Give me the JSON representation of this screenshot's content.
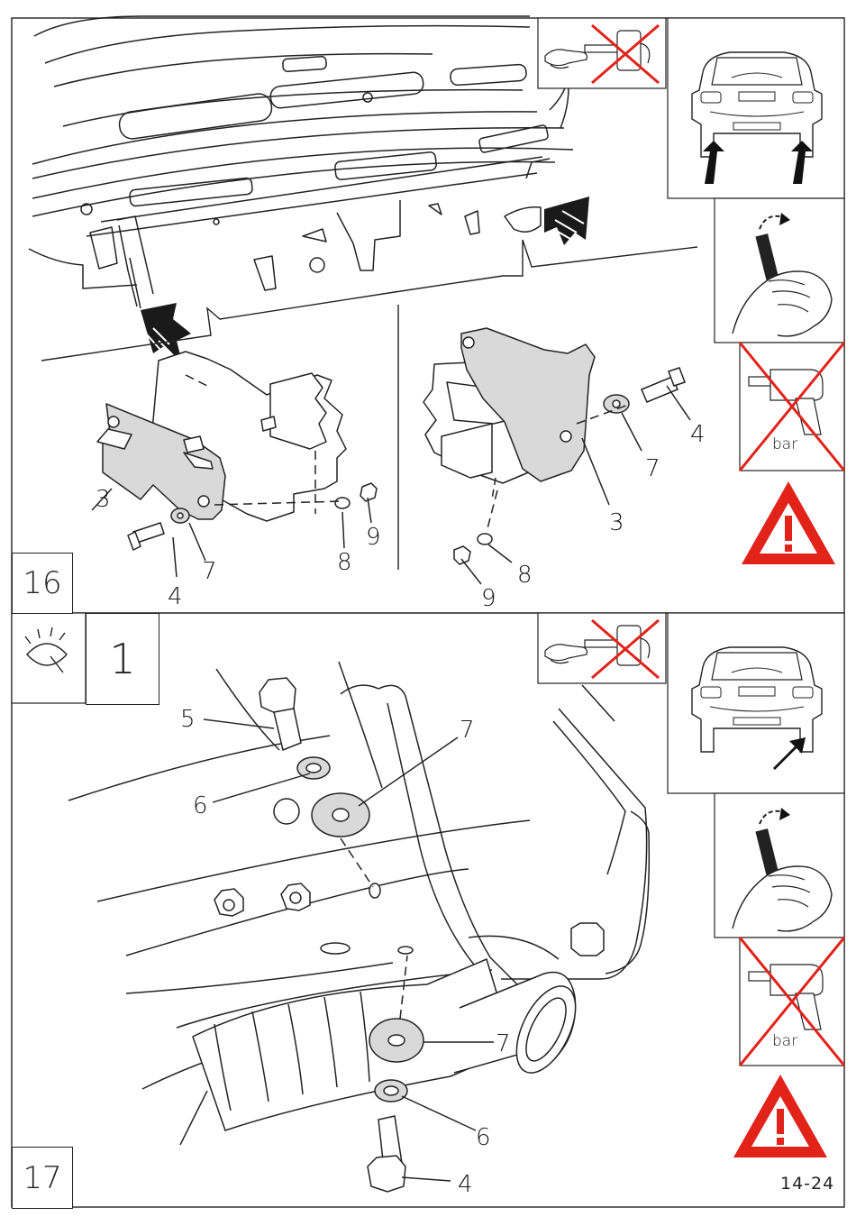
{
  "steps": [
    {
      "number": "16"
    },
    {
      "number": "17",
      "view_count": "1"
    }
  ],
  "callouts16": {
    "left": {
      "bracket": "3",
      "bolt": "4",
      "washer_large": "7",
      "washer_small": "8",
      "nut": "9"
    },
    "right": {
      "bracket": "3",
      "bolt": "4",
      "washer_large": "7",
      "washer_small": "8",
      "nut": "9"
    }
  },
  "callouts17": {
    "bolt_top": "5",
    "washer_top_small": "6",
    "washer_top_large": "7",
    "washer_bottom_large": "7",
    "washer_bottom_small": "6",
    "bolt_bottom": "4"
  },
  "torque_unit": "bar",
  "doc_code": "14-24",
  "colors": {
    "prohibit": "#e2231a",
    "line": "#1a1a1a",
    "fill": "#d9d9d9",
    "warning": "#e2231a"
  },
  "icons": [
    "no-grease-icon",
    "car-rear-view-icon",
    "hand-tighten-icon",
    "no-impact-wrench-icon",
    "warning-icon",
    "eye-view-icon"
  ]
}
